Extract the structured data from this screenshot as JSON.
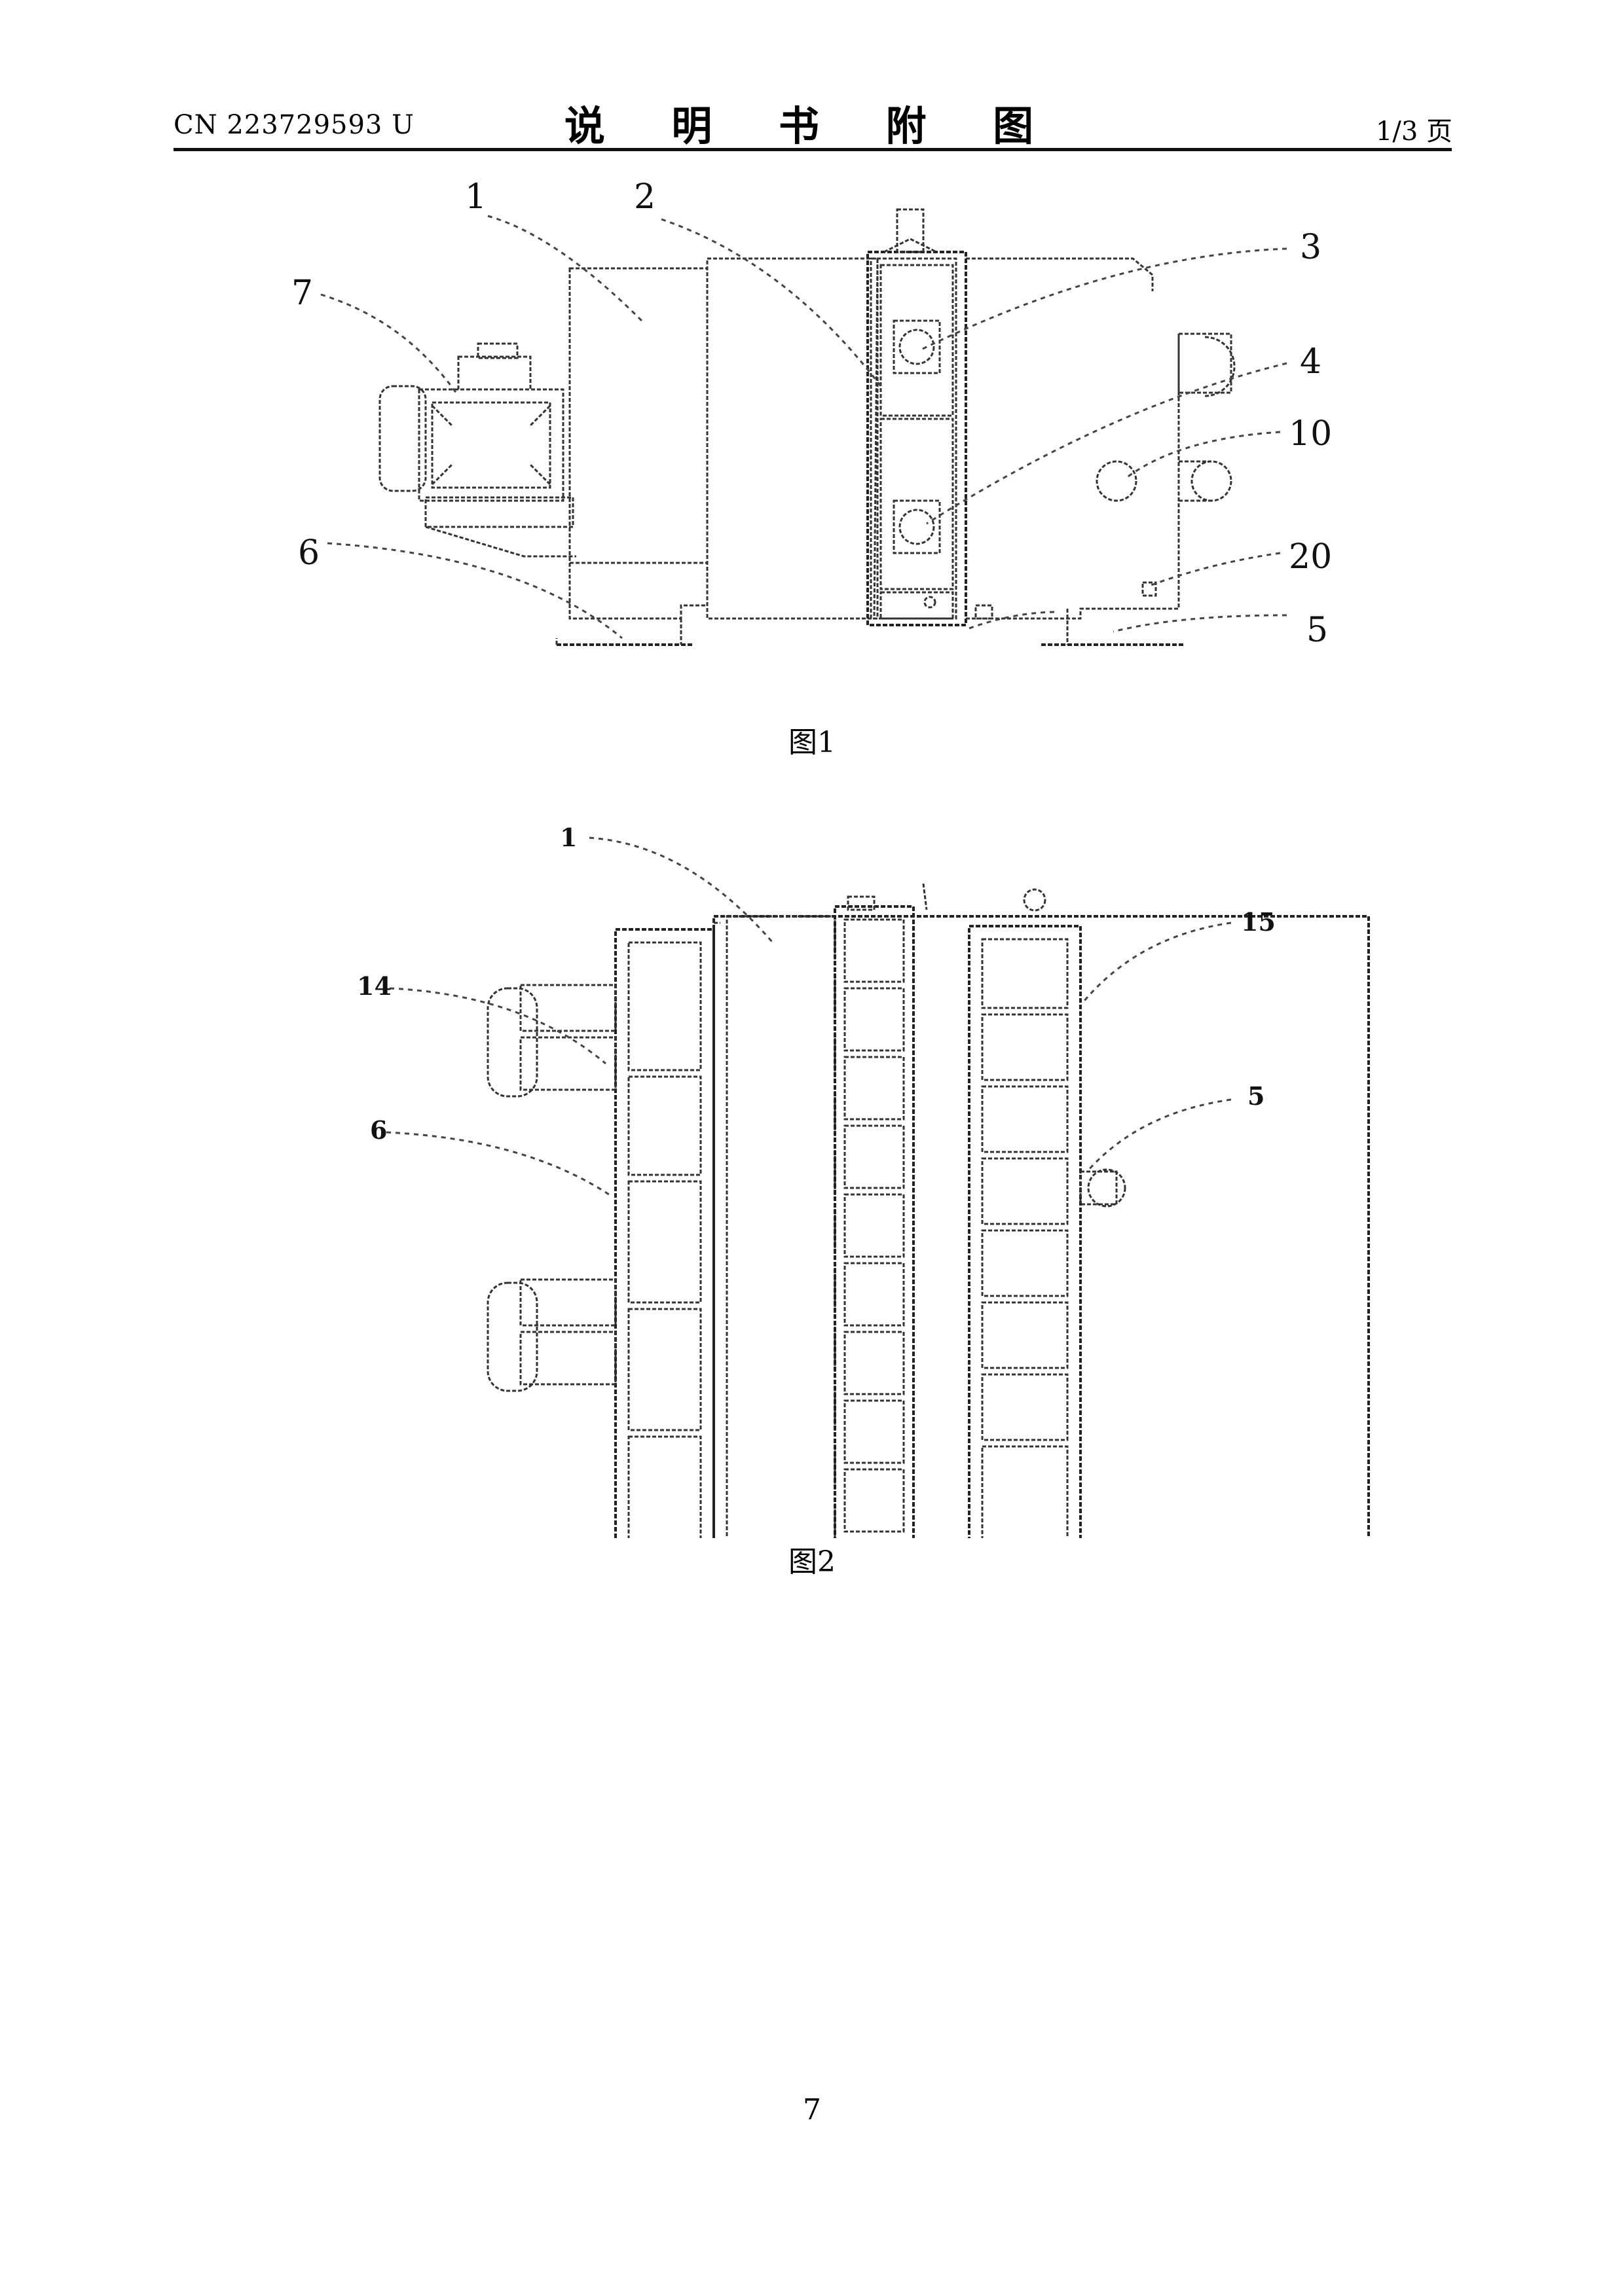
{
  "header": {
    "doc_number": "CN 223729593 U",
    "title": "说 明 书 附 图",
    "page_of": "1/3 页"
  },
  "figure1": {
    "caption": "图1",
    "labels": [
      "1",
      "2",
      "3",
      "4",
      "5",
      "6",
      "7",
      "10",
      "20"
    ]
  },
  "figure2": {
    "caption": "图2",
    "labels": [
      "1",
      "5",
      "6",
      "14",
      "15"
    ]
  },
  "footer": {
    "page_number": "7"
  }
}
